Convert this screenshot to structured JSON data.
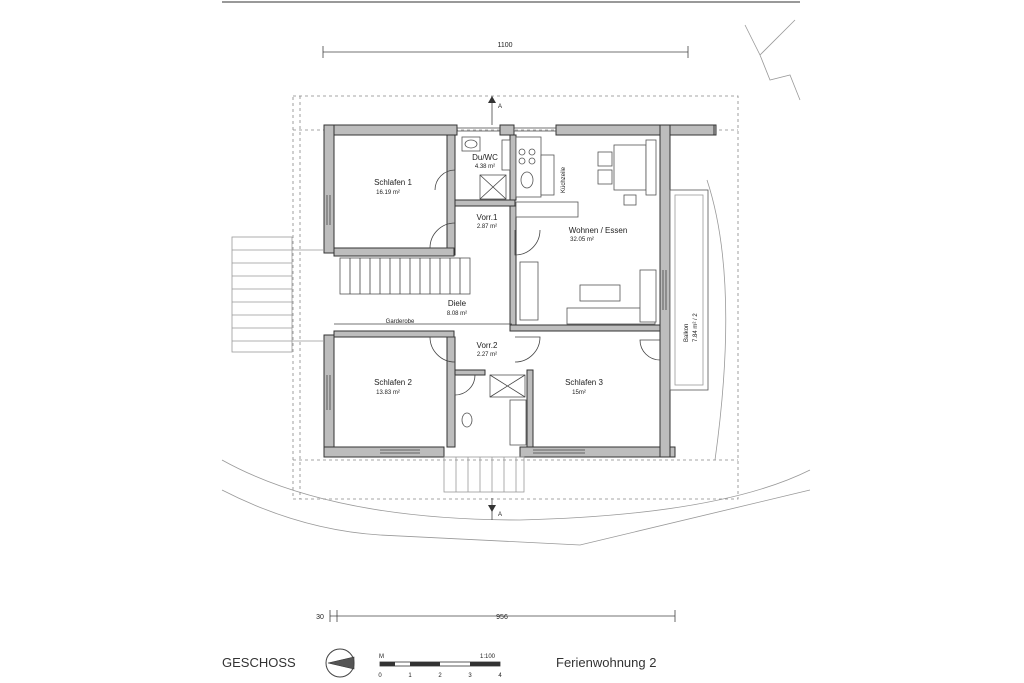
{
  "rooms": {
    "schlafen1": {
      "name": "Schlafen 1",
      "area": "16.19 m²"
    },
    "duwc": {
      "name": "Du/WC",
      "area": "4.38 m²"
    },
    "kuechenzeile": {
      "name": "Küchzeile"
    },
    "vorr1": {
      "name": "Vorr.1",
      "area": "2.87 m²"
    },
    "wohnen": {
      "name": "Wohnen / Essen",
      "area": "32.05 m²"
    },
    "diele": {
      "name": "Diele",
      "area": "8.08 m²"
    },
    "garderobe": {
      "name": "Garderobe"
    },
    "vorr2": {
      "name": "Vorr.2",
      "area": "2.27 m²"
    },
    "schlafen2": {
      "name": "Schlafen 2",
      "area": "13.83 m²"
    },
    "schlafen3": {
      "name": "Schlafen 3",
      "area": "15m²"
    },
    "balkon": {
      "name": "Balkon",
      "area": "7.84 m² / 2"
    }
  },
  "dimensions": {
    "top": "1100",
    "bottom": "956",
    "bottom_left": "30"
  },
  "section": {
    "marker": "A"
  },
  "footer": {
    "floor_label": "GESCHOSS",
    "scale_m": "M",
    "scale_ratio": "1:100",
    "scale_ticks": [
      "0",
      "1",
      "2",
      "3",
      "4"
    ],
    "project": "Ferienwohnung 2"
  },
  "colors": {
    "wall_fill": "#bdbdbd",
    "line": "#333333"
  }
}
